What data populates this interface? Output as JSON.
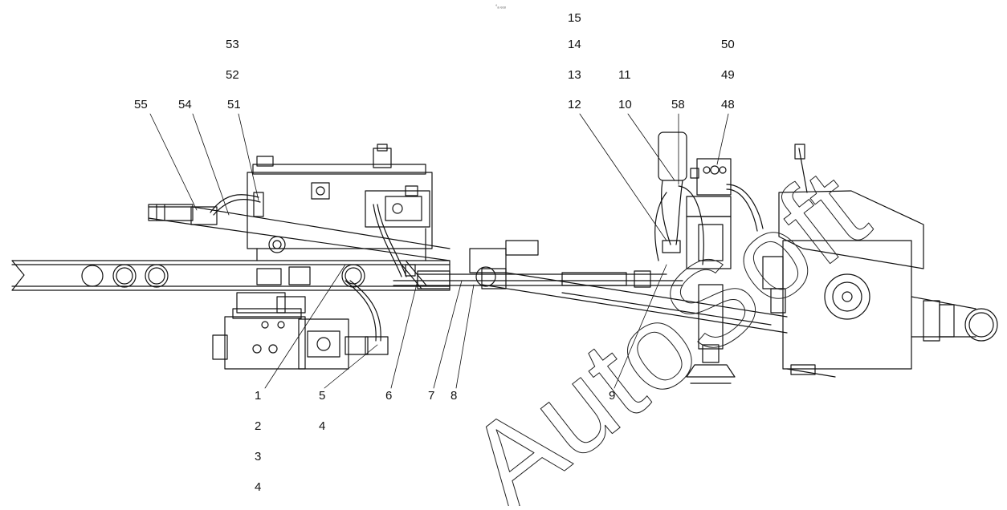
{
  "drawing": {
    "line_color": "#111111",
    "watermark": {
      "text": "AutoSoft",
      "color": "#222222"
    },
    "top_mark": "°ₐ ₑₒₒ",
    "callouts": [
      {
        "id": "c1",
        "label": "1"
      },
      {
        "id": "c2",
        "label": "2"
      },
      {
        "id": "c3",
        "label": "3"
      },
      {
        "id": "c4a",
        "label": "4"
      },
      {
        "id": "c4b",
        "label": "4"
      },
      {
        "id": "c5",
        "label": "5"
      },
      {
        "id": "c6",
        "label": "6"
      },
      {
        "id": "c7",
        "label": "7"
      },
      {
        "id": "c8",
        "label": "8"
      },
      {
        "id": "c9",
        "label": "9"
      },
      {
        "id": "c10",
        "label": "10"
      },
      {
        "id": "c11",
        "label": "11"
      },
      {
        "id": "c12",
        "label": "12"
      },
      {
        "id": "c13",
        "label": "13"
      },
      {
        "id": "c14",
        "label": "14"
      },
      {
        "id": "c15",
        "label": "15"
      },
      {
        "id": "c48",
        "label": "48"
      },
      {
        "id": "c49",
        "label": "49"
      },
      {
        "id": "c50",
        "label": "50"
      },
      {
        "id": "c51",
        "label": "51"
      },
      {
        "id": "c52",
        "label": "52"
      },
      {
        "id": "c53",
        "label": "53"
      },
      {
        "id": "c54",
        "label": "54"
      },
      {
        "id": "c55",
        "label": "55"
      },
      {
        "id": "c58",
        "label": "58"
      }
    ]
  }
}
